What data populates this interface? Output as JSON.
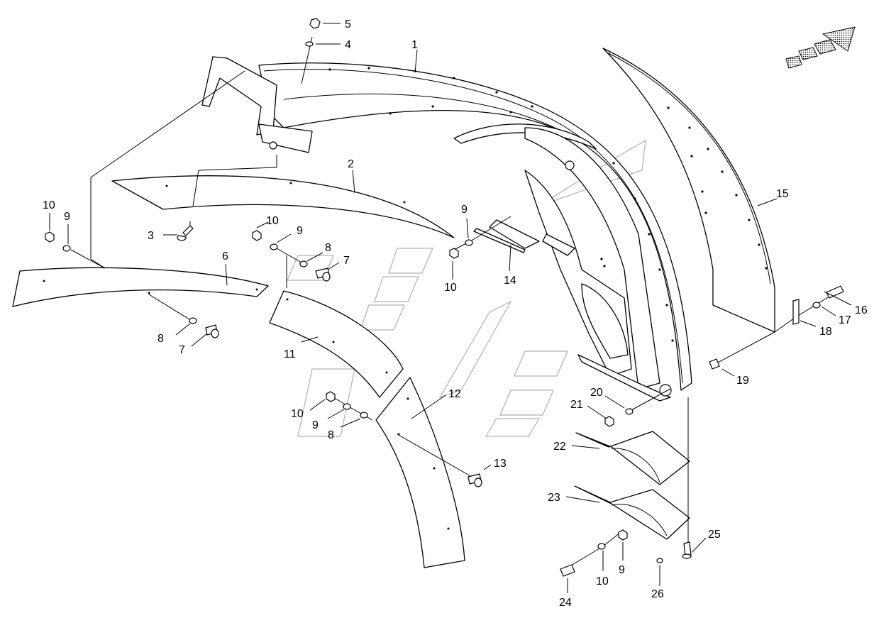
{
  "callouts": [
    "1",
    "2",
    "3",
    "4",
    "5",
    "6",
    "7",
    "8",
    "9",
    "10",
    "11",
    "12",
    "13",
    "14",
    "15",
    "16",
    "17",
    "18",
    "19",
    "20",
    "21",
    "22",
    "23",
    "24",
    "25",
    "26"
  ],
  "repeat_labels": {
    "nine_a": "9",
    "ten_a": "10",
    "ten_b": "10",
    "nine_b": "9",
    "eight_b": "8",
    "seven_b": "7",
    "eight_c": "8",
    "seven_c": "7",
    "nine_d": "9",
    "ten_d": "10",
    "ten_e": "10",
    "nine_e": "9",
    "eight_e": "8",
    "ten_f": "10",
    "nine_f": "9"
  },
  "direction_indicator": "travel-direction-arrow"
}
